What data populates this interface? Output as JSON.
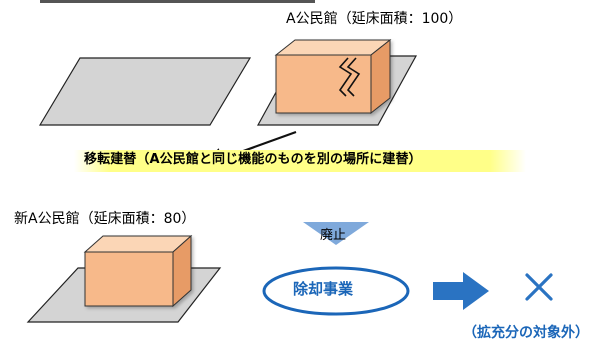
{
  "labels": {
    "top_building": "A公民館（延床面積：100）",
    "new_building": "新A公民館（延床面積：80）",
    "relocation": "移転建替（A公民館と同じ機能のものを別の場所に建替）",
    "abolish": "廃止",
    "demolition": "除却事業",
    "out_of_scope": "（拡充分の対象外）"
  },
  "colors": {
    "plate_fill": "#d4d4d4",
    "box_front": "#f7b98a",
    "box_top": "#fbd6b6",
    "box_side": "#e79b66",
    "accent_blue": "#1b66b8",
    "arrow_blue": "#2a73c2",
    "triangle_blue": "#7fa9db",
    "highlight_yellow": "#ffff88"
  },
  "icons": {
    "crack": "crack-icon",
    "cross": "cross-mark-icon",
    "right_arrow": "right-arrow-icon",
    "down_triangle": "down-triangle-icon"
  }
}
